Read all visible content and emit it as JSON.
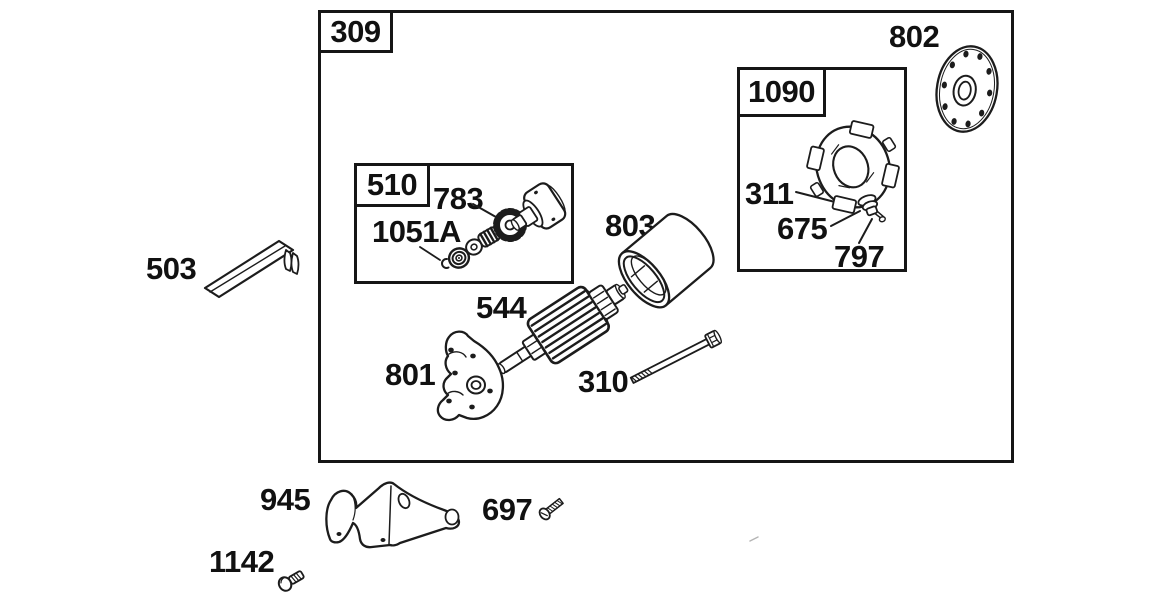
{
  "diagram": {
    "type": "exploded-parts-diagram",
    "background": "#ffffff",
    "line_color": "#1c1c1c",
    "text_color": "#111111",
    "assembly_box_label": "309",
    "sub_assembly_boxes": [
      {
        "label": "510",
        "callouts": [
          "783",
          "1051A"
        ]
      },
      {
        "label": "1090",
        "callouts": [
          "311",
          "675",
          "797"
        ]
      }
    ],
    "callouts": {
      "309": "309",
      "510": "510",
      "1090": "1090",
      "503": "503",
      "783": "783",
      "1051A": "1051A",
      "803": "803",
      "544": "544",
      "801": "801",
      "310": "310",
      "802": "802",
      "311": "311",
      "675": "675",
      "797": "797",
      "945": "945",
      "697": "697",
      "1142": "1142"
    }
  }
}
